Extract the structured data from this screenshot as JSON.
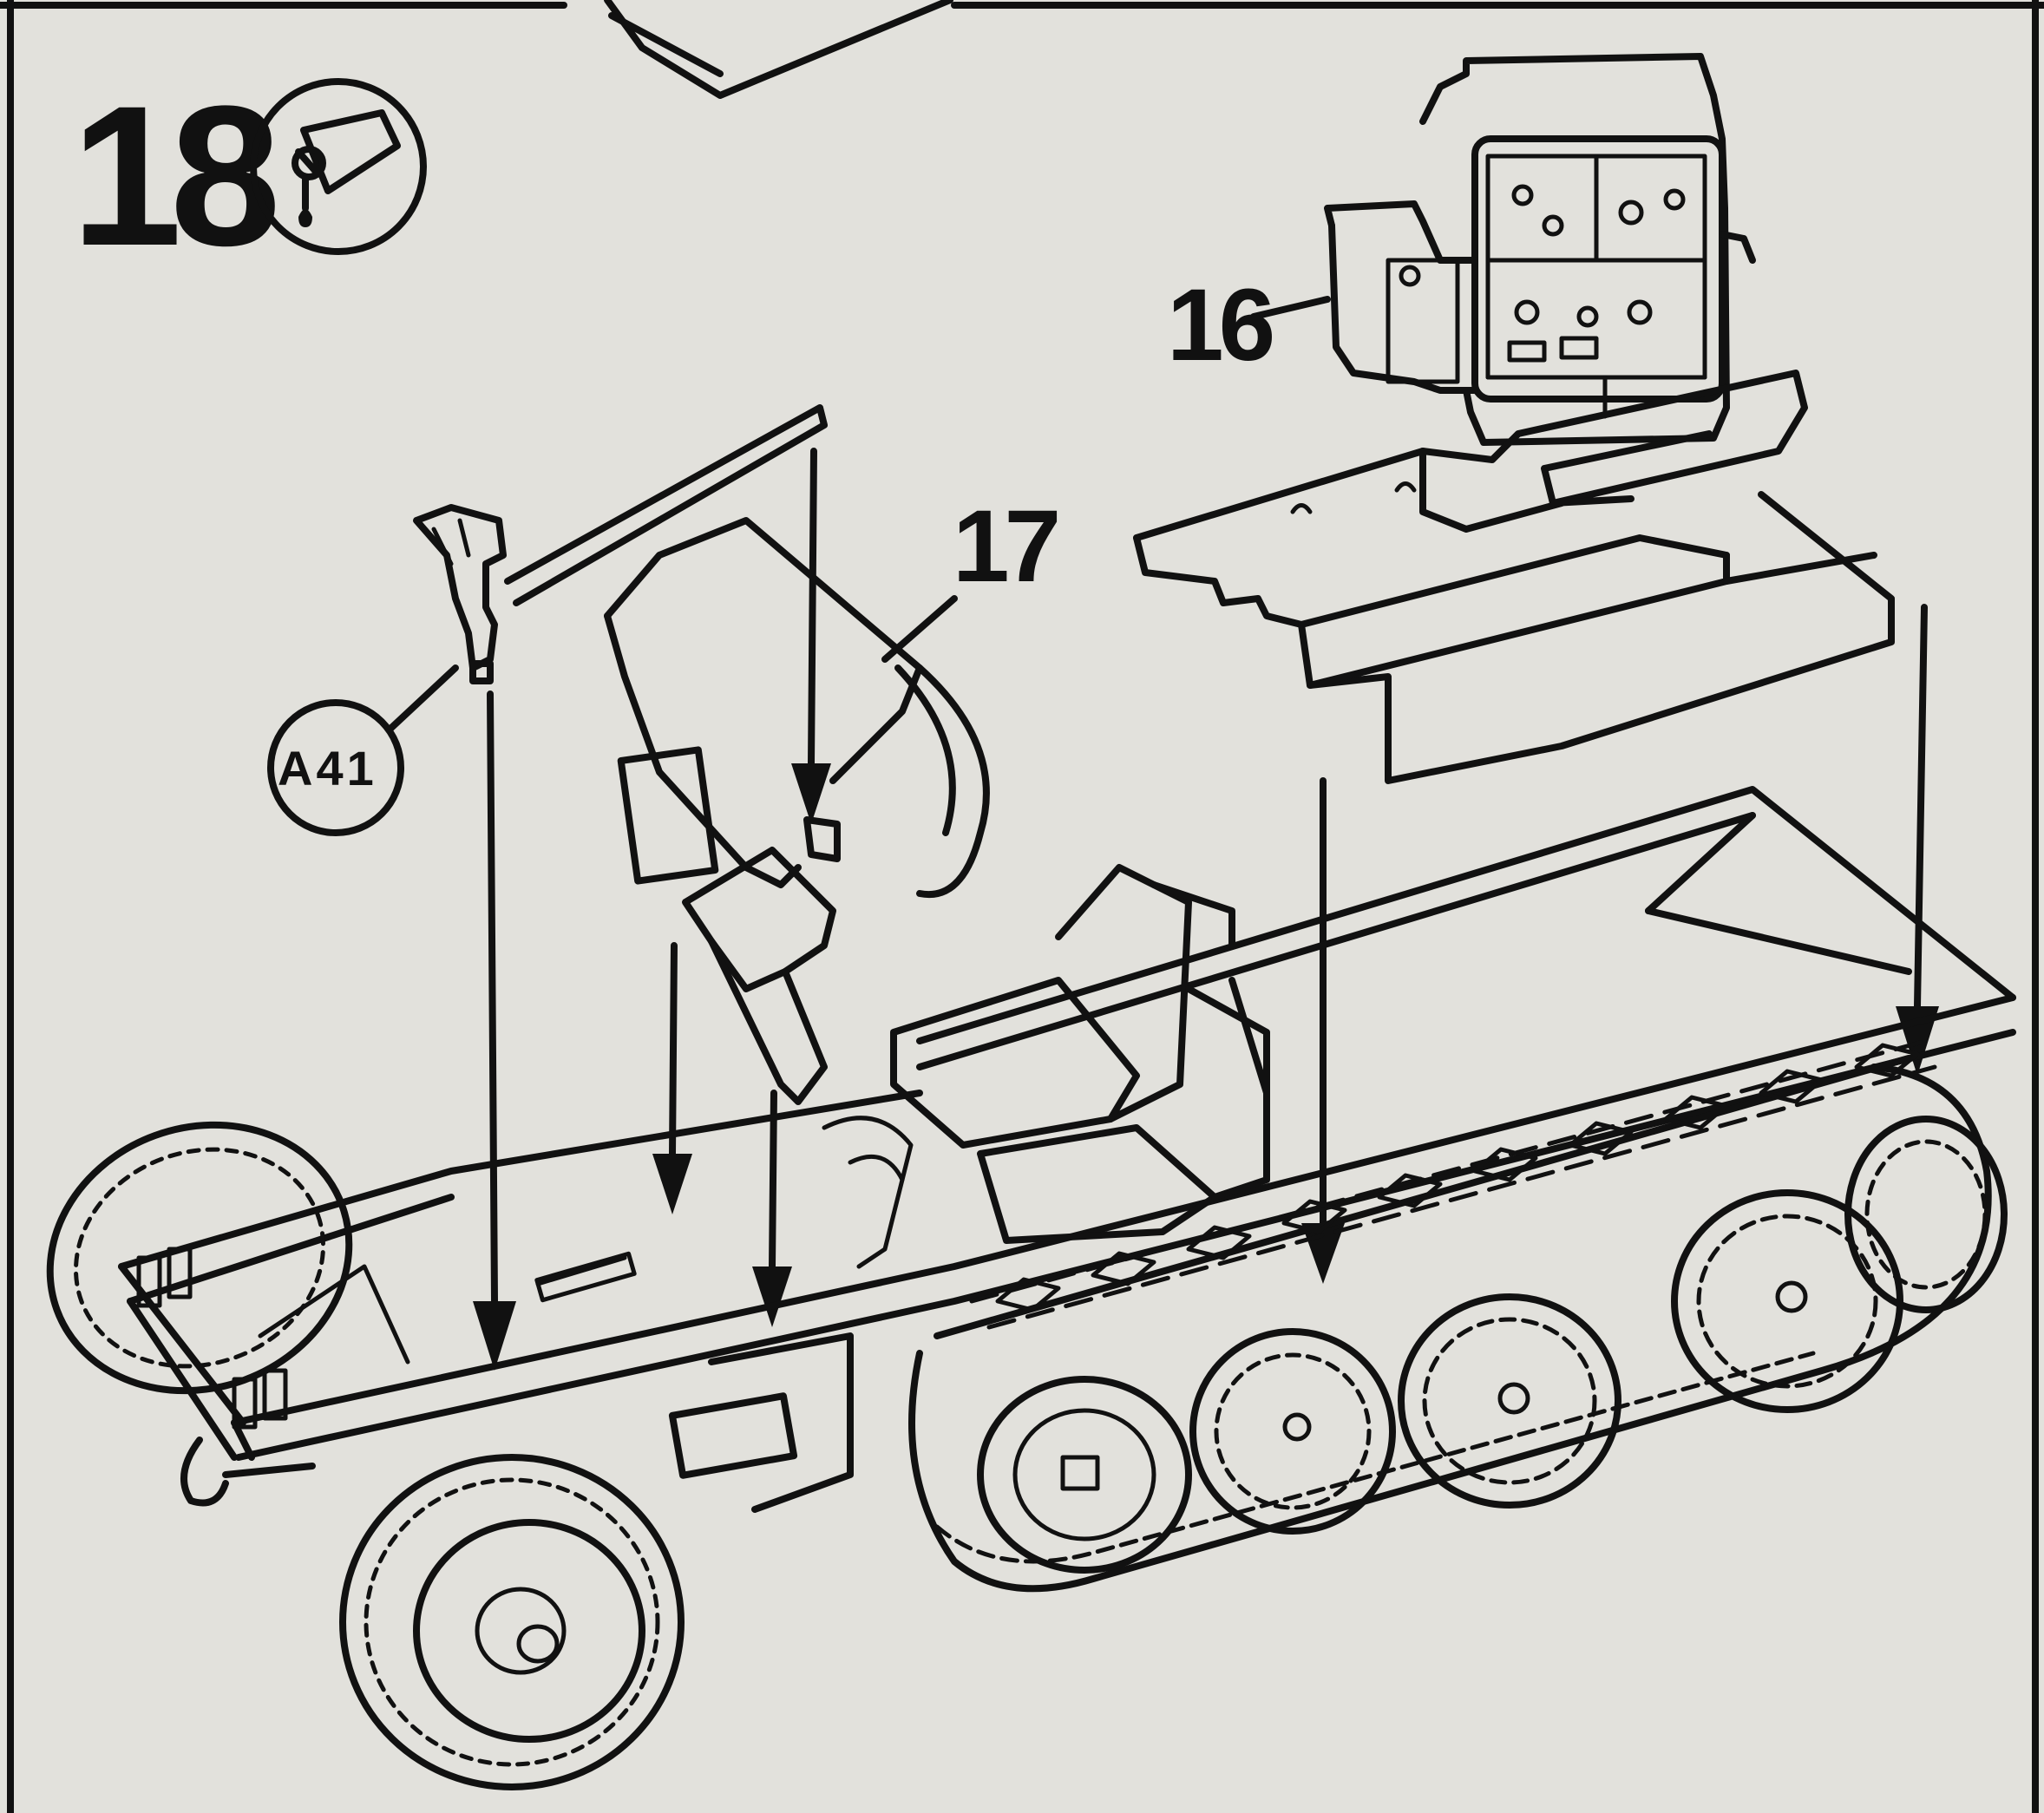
{
  "step": {
    "number": "18",
    "glue_icon": "glue-tube-icon"
  },
  "callouts": {
    "part_16": "16",
    "part_17": "17",
    "part_a41": "A41"
  },
  "colors": {
    "paper": "#e2e1dc",
    "ink": "#111111"
  }
}
